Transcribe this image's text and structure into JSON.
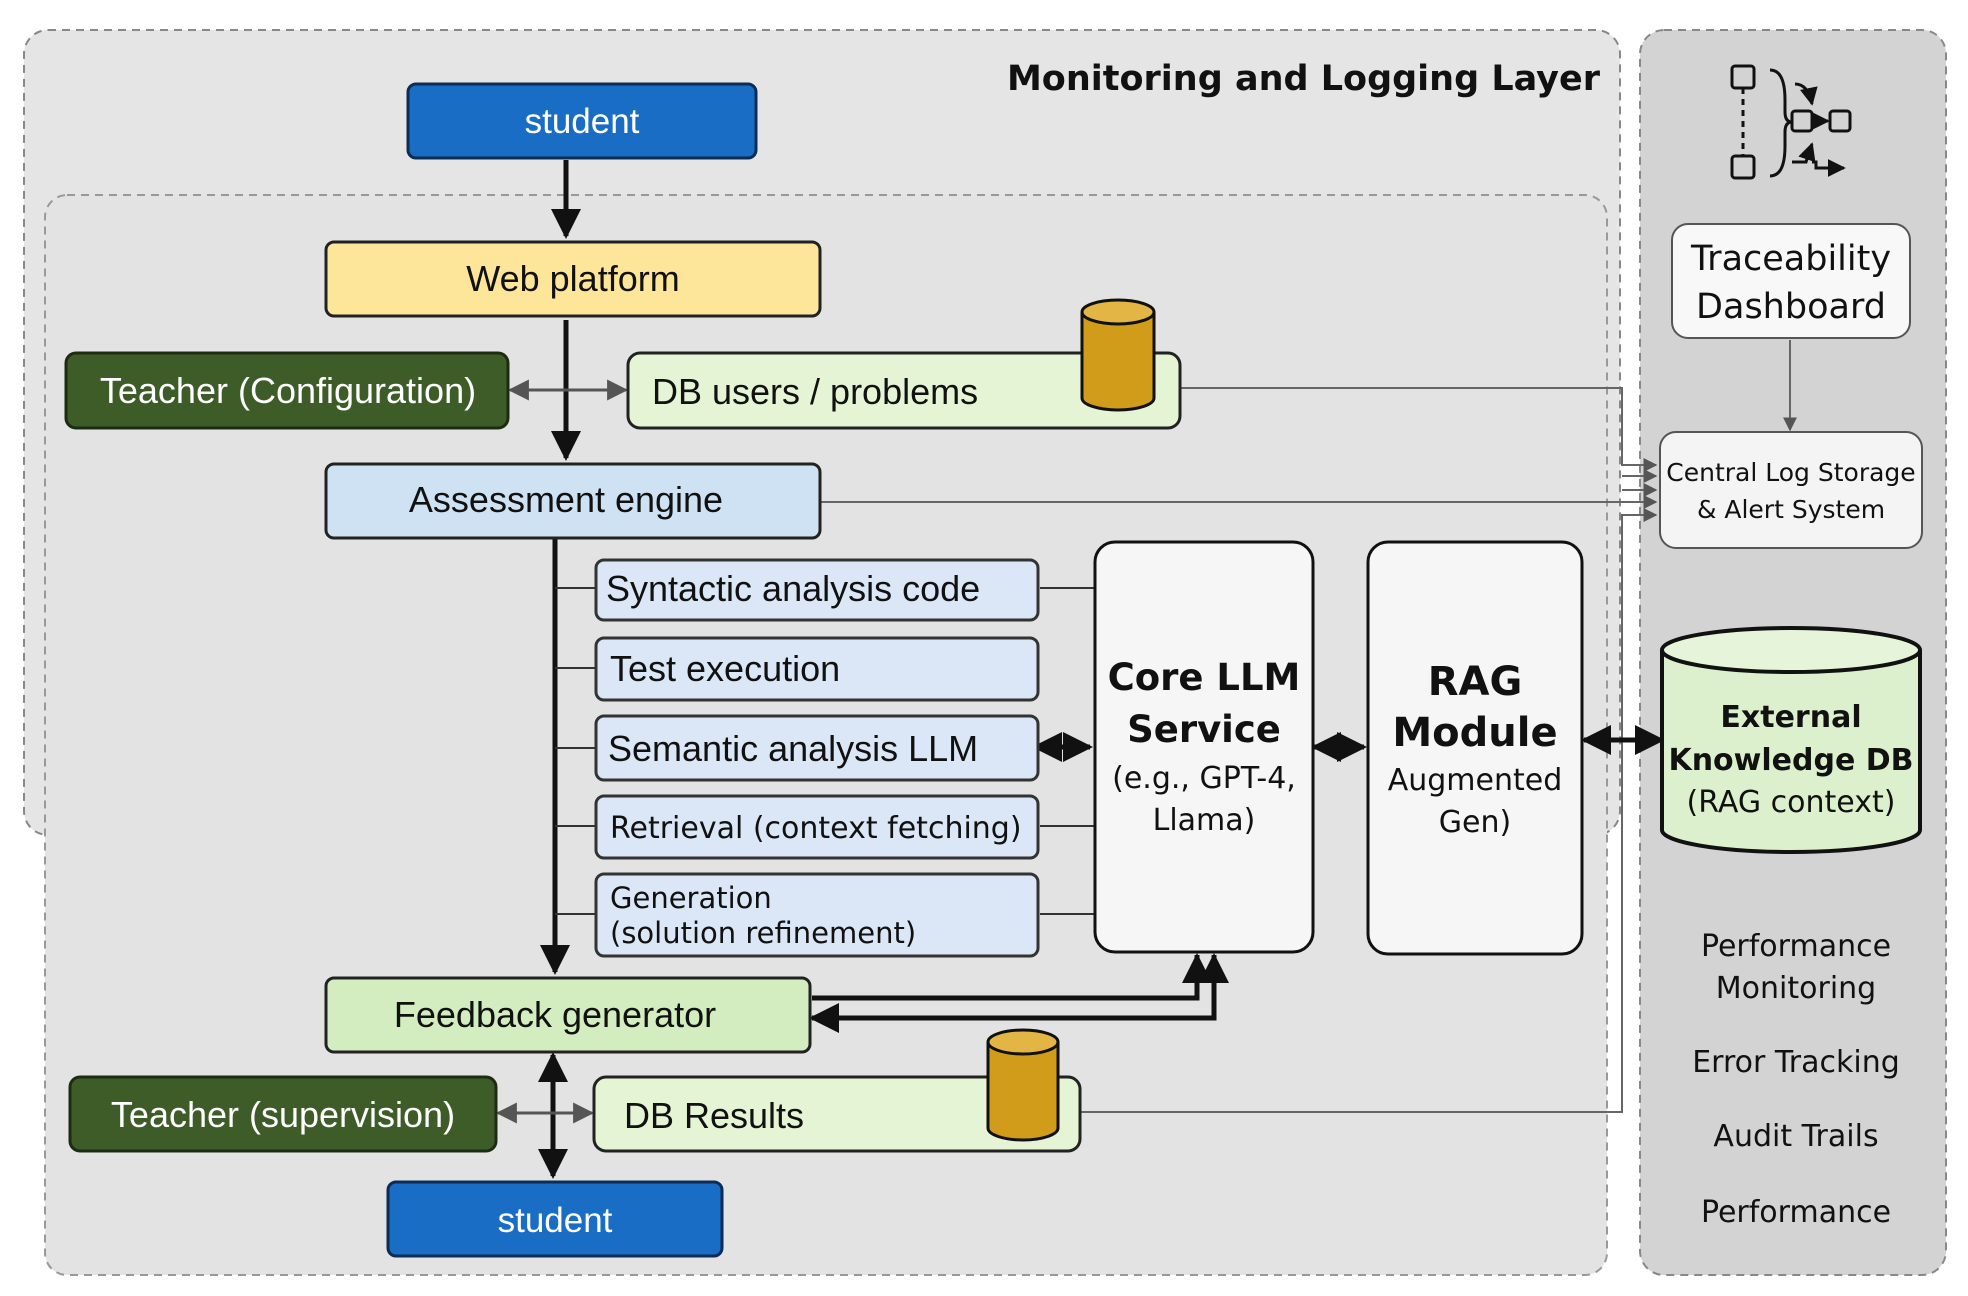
{
  "layer": {
    "title": "Monitoring and Logging Layer"
  },
  "flow": {
    "student_top": "student",
    "web_platform": "Web platform",
    "teacher_config": "Teacher (Configuration)",
    "db_users": "DB users / problems",
    "assessment_engine": "Assessment engine",
    "steps": [
      {
        "lines": [
          "Syntactic analysis code"
        ]
      },
      {
        "lines": [
          "Test execution"
        ]
      },
      {
        "lines": [
          "Semantic analysis LLM"
        ]
      },
      {
        "lines": [
          "Retrieval (context fetching)"
        ]
      },
      {
        "lines": [
          "Generation",
          "(solution refinement)"
        ]
      }
    ],
    "core_llm": {
      "title": [
        "Core LLM",
        "Service"
      ],
      "sub": [
        "(e.g., GPT-4,",
        "Llama)"
      ]
    },
    "rag": {
      "title": [
        "RAG",
        "Module"
      ],
      "sub": [
        "Augmented",
        "Gen)"
      ]
    },
    "feedback_generator": "Feedback generator",
    "teacher_supervision": "Teacher (supervision)",
    "db_results": "DB Results",
    "student_bottom": "student"
  },
  "side": {
    "dashboard": [
      "Traceability",
      "Dashboard"
    ],
    "central_log": [
      "Central Log Storage",
      "& Alert System"
    ],
    "external_db": [
      "External",
      "Knowledge DB",
      "(RAG context)"
    ],
    "metrics": [
      [
        "Performance",
        "Monitoring"
      ],
      [
        "Error Tracking"
      ],
      [
        "Audit Trails"
      ],
      [
        "Performance"
      ]
    ]
  },
  "colors": {
    "student": "#1a6dc4",
    "web_platform": "#fde59a",
    "teacher": "#3e5c28",
    "db_box": "#e6f4d6",
    "engine": "#cfe2f3",
    "step": "#dbe6f7",
    "feedback": "#d3ecc0",
    "cylinder": "#d19c1a",
    "layer_bg": "#e5e5e5",
    "side_bg": "#d3d3d3",
    "ext_db": "#dcf0cd"
  }
}
